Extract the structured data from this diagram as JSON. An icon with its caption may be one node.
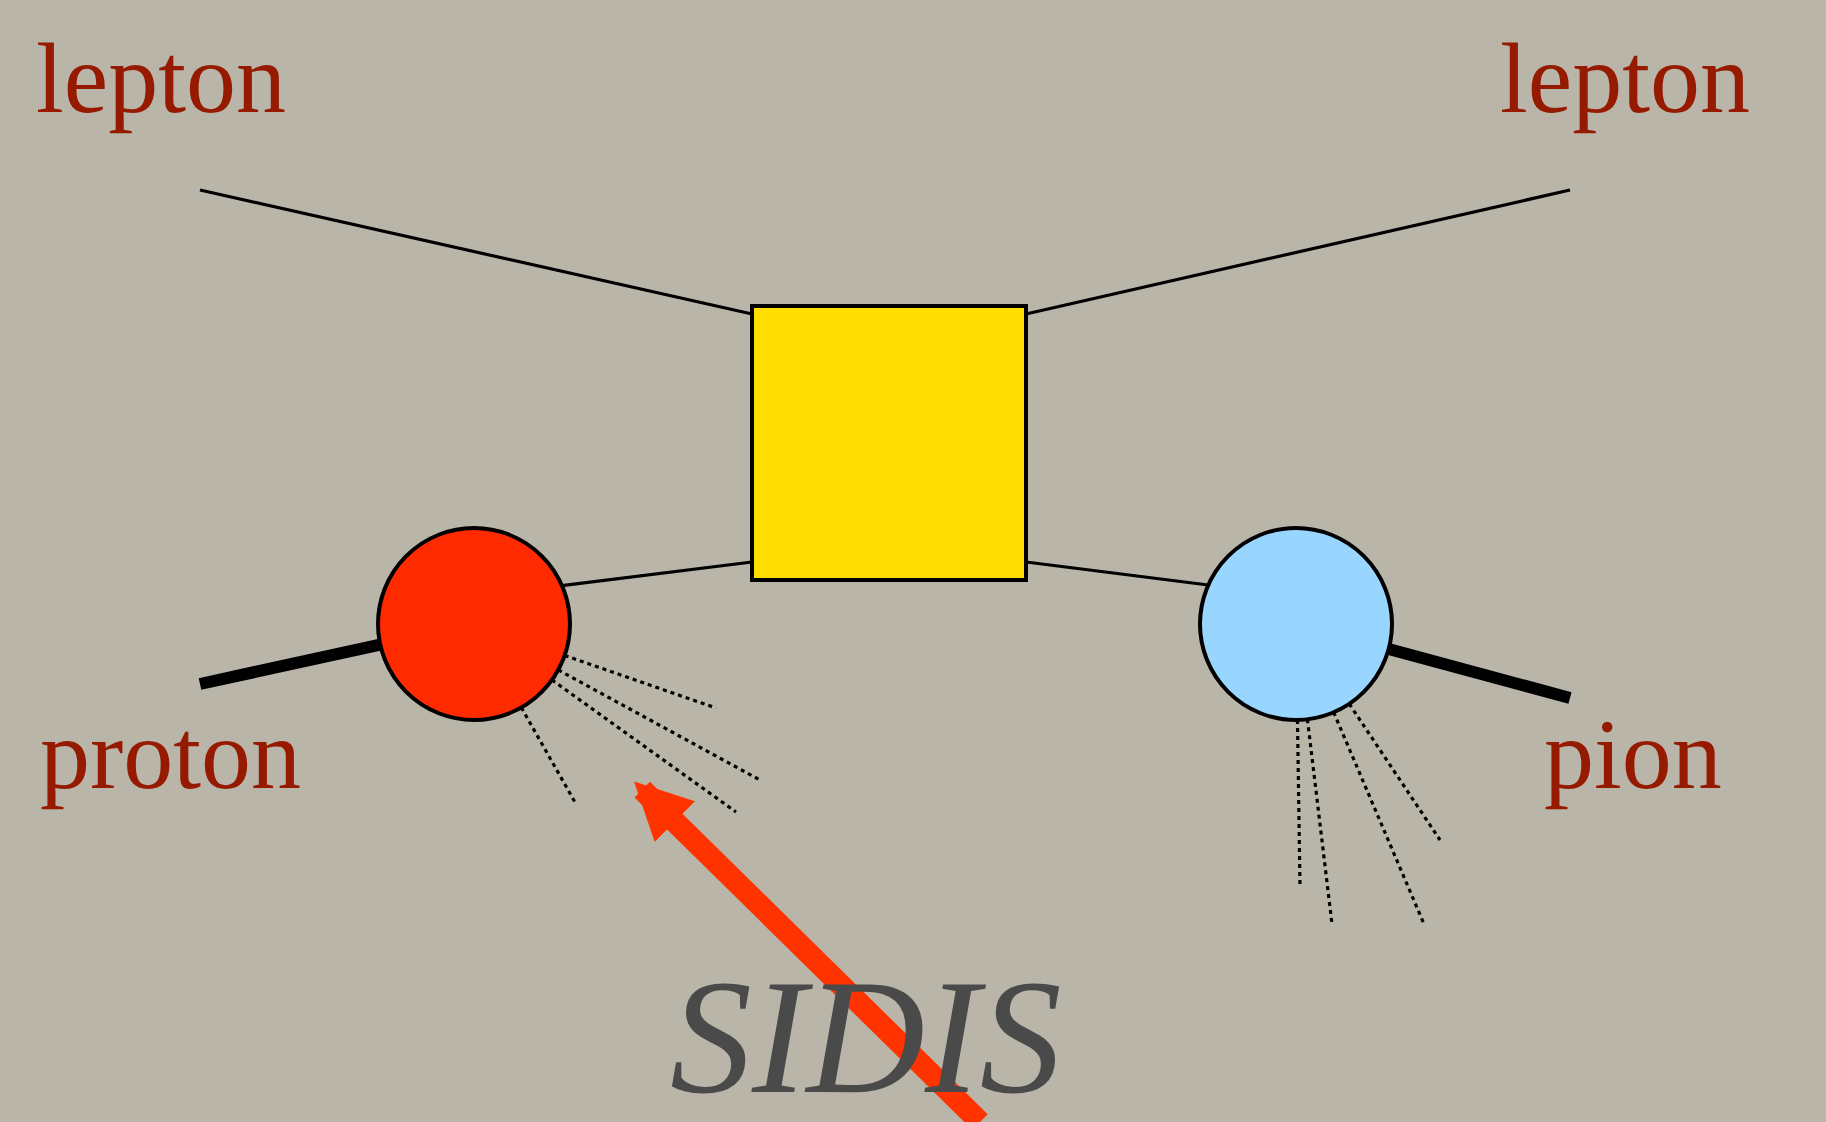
{
  "diagram": {
    "nodes": [
      {
        "text": [
          "lepton"
        ]
      },
      {
        "text": [
          "lepton"
        ]
      },
      {
        "text": [],
        "shape": "box"
      },
      {
        "text": [],
        "shape": "circle"
      },
      {
        "text": [],
        "shape": "circle"
      },
      {
        "text": [
          "proton"
        ]
      },
      {
        "text": [
          "pion"
        ]
      }
    ],
    "edges": [
      {
        "from": 0,
        "to": 2,
        "arrow": "none"
      },
      {
        "from": 2,
        "to": 1,
        "arrow": "none"
      },
      {
        "from": 3,
        "to": 2,
        "arrow": "none"
      },
      {
        "from": 2,
        "to": 4,
        "arrow": "none"
      },
      {
        "from": 5,
        "to": 3,
        "arrow": "none",
        "style": "thick"
      },
      {
        "from": 4,
        "to": 6,
        "arrow": "none",
        "style": "thick"
      },
      {
        "from": 3,
        "to": null,
        "arrow": "none",
        "style": "dashed"
      },
      {
        "from": 3,
        "to": null,
        "arrow": "none",
        "style": "dashed"
      },
      {
        "from": 3,
        "to": null,
        "arrow": "none",
        "style": "dashed"
      },
      {
        "from": 3,
        "to": null,
        "arrow": "none",
        "style": "dashed"
      },
      {
        "from": 4,
        "to": null,
        "arrow": "none",
        "style": "dashed"
      },
      {
        "from": 4,
        "to": null,
        "arrow": "none",
        "style": "dashed"
      },
      {
        "from": 4,
        "to": null,
        "arrow": "none",
        "style": "dashed"
      },
      {
        "from": 4,
        "to": null,
        "arrow": "none",
        "style": "dashed"
      },
      {
        "from": null,
        "to": 3,
        "arrow": "to",
        "style": "thick",
        "color": "#ff3300"
      }
    ],
    "labels": [
      "SIDIS"
    ]
  }
}
